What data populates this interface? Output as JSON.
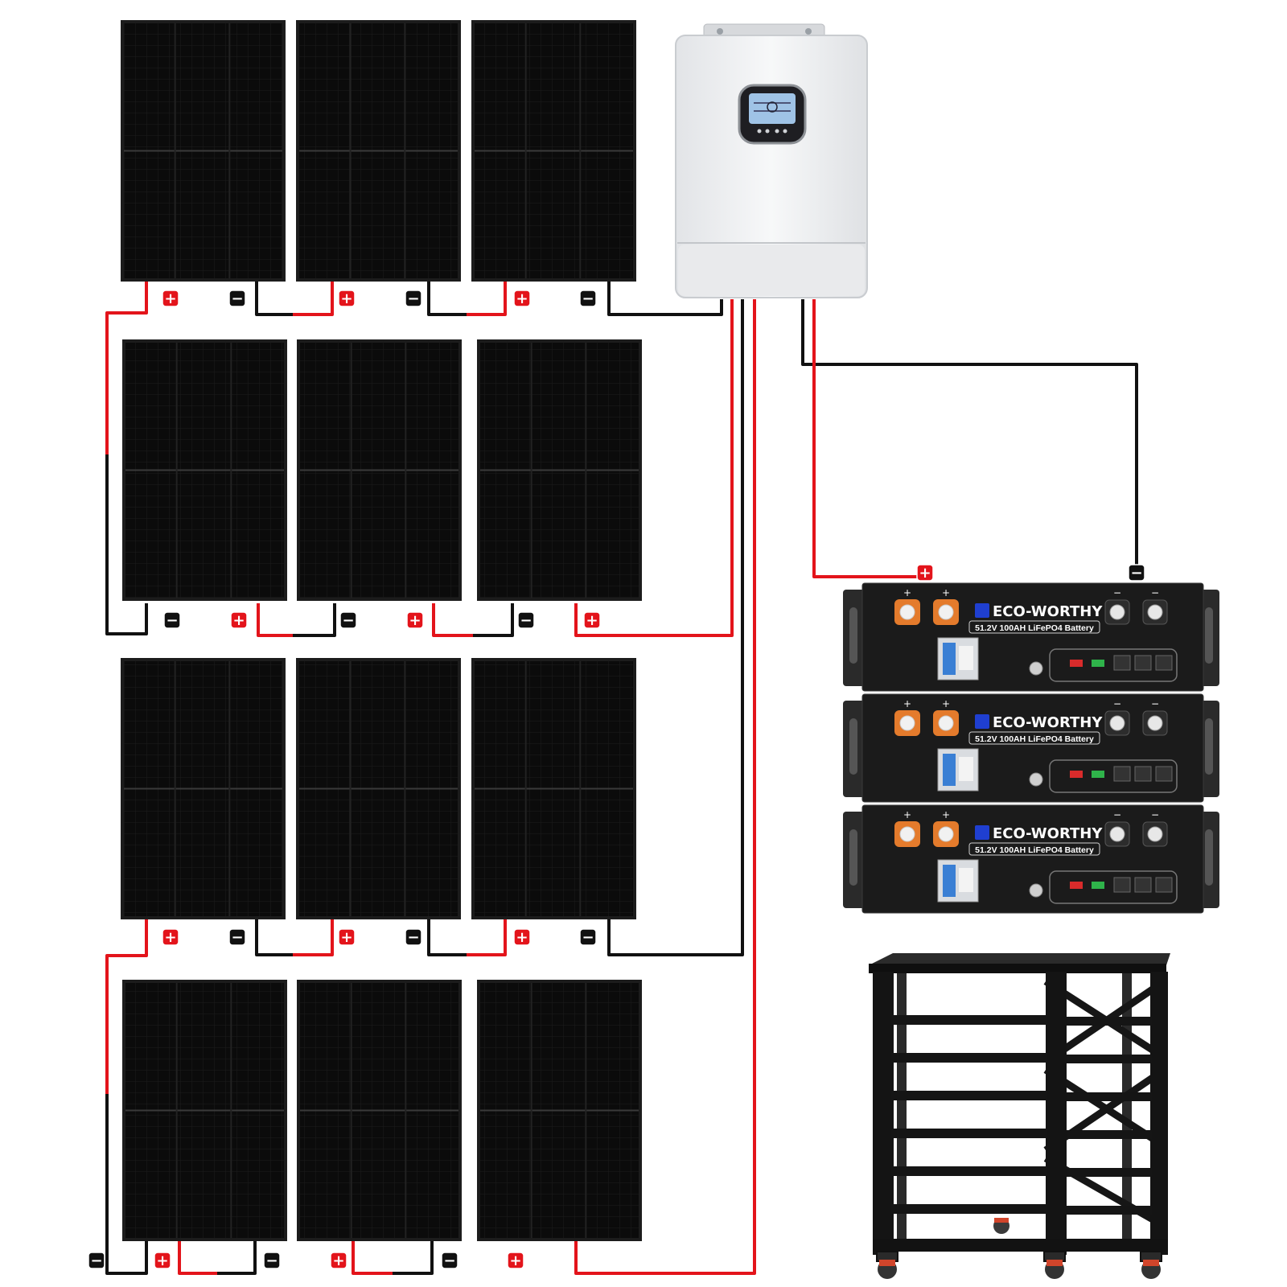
{
  "diagram": {
    "panel_array": {
      "rows": 4,
      "columns": 3
    },
    "colors": {
      "positive_wire": "#e3141b",
      "negative_wire": "#111111",
      "panel_frame": "#1c1c1c",
      "panel_cell": "#0b0b0b",
      "inverter_body": "#eeeff1",
      "battery_body": "#1b1b1b",
      "terminal_orange": "#e47b2c",
      "brand_blue": "#1f3fd0",
      "rack_frame": "#1a1a1a"
    },
    "terminal_labels": {
      "positive": "+",
      "negative": "−"
    },
    "battery": {
      "brand": "ECO-WORTHY",
      "spec": "51.2V 100AH LiFePO4 Battery",
      "count": 3
    },
    "icons": [
      "plus-terminal-icon",
      "minus-terminal-icon",
      "brand-logo-icon",
      "lcd-display-icon"
    ]
  }
}
